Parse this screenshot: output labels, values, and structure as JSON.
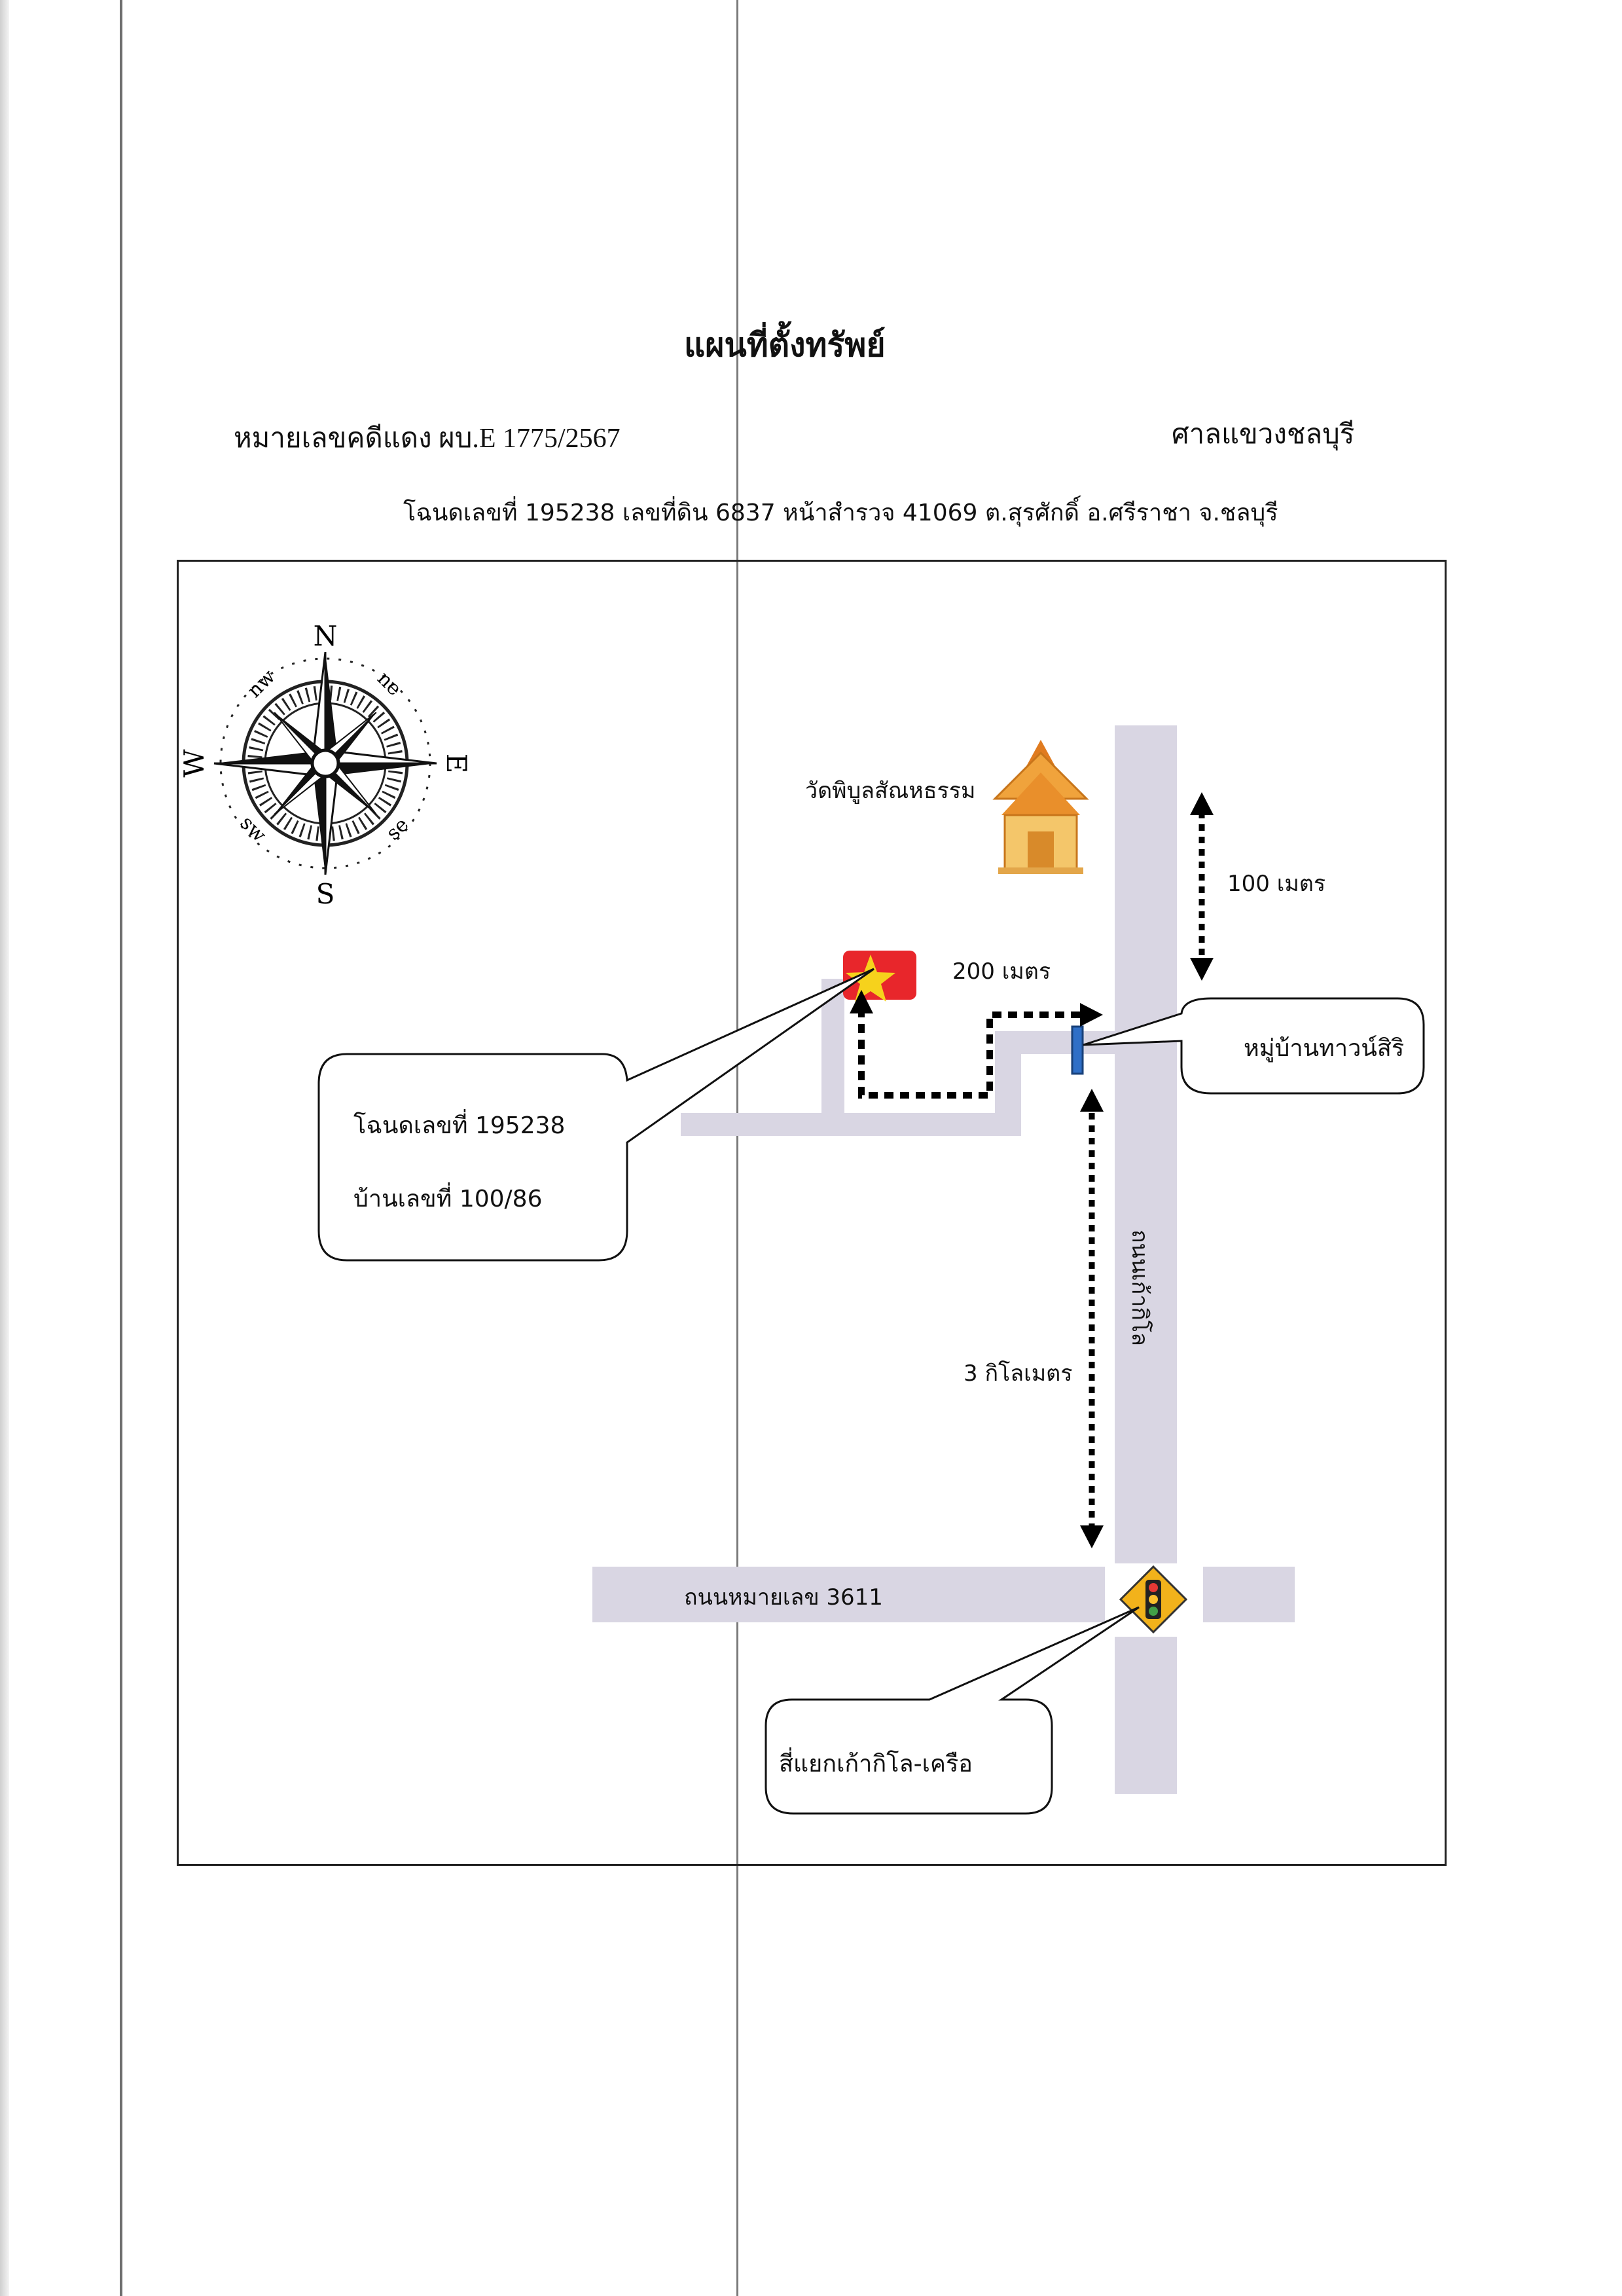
{
  "document": {
    "title": "แผนที่ตั้งทรัพย์",
    "case_number": "หมายเลขคดีแดง   ผบ.E 1775/2567",
    "court": "ศาลแขวงชลบุรี",
    "deed_line": "โฉนดเลขที่ 195238  เลขที่ดิน 6837  หน้าสำรวจ  41069   ต.สุรศักดิ์  อ.ศรีราชา  จ.ชลบุรี"
  },
  "map": {
    "compass": {
      "n": "N",
      "s": "S",
      "e": "E",
      "w": "W",
      "ne": "ne",
      "nw": "nw",
      "se": "se",
      "sw": "sw"
    },
    "temple_label": "วัดพิบูลสัณหธรรม",
    "distance_100": "100 เมตร",
    "distance_200": "200 เมตร",
    "distance_3km": "3 กิโลเมตร",
    "road_vertical": "ถนนเก้ากิโล",
    "road_horizontal": "ถนนหมายเลข  3611",
    "village_callout": "หมู่บ้านทาวน์สิริ",
    "property_callout_line1": "โฉนดเลขที่ 195238",
    "property_callout_line2": "บ้านเลขที่  100/86",
    "intersection_callout": "สี่แยกเก้ากิโล-เครือ",
    "icons": [
      "compass-rose-icon",
      "temple-icon",
      "star-flag-icon",
      "traffic-light-sign-icon",
      "village-gate-marker-icon"
    ],
    "colors": {
      "road": "#d9d6e3",
      "flag_red": "#e8262b",
      "star_yellow": "#f6d21c",
      "sign_yellow": "#f2b21b",
      "gate_blue": "#2f6fc7",
      "temple_gold": "#e9a23b"
    }
  }
}
